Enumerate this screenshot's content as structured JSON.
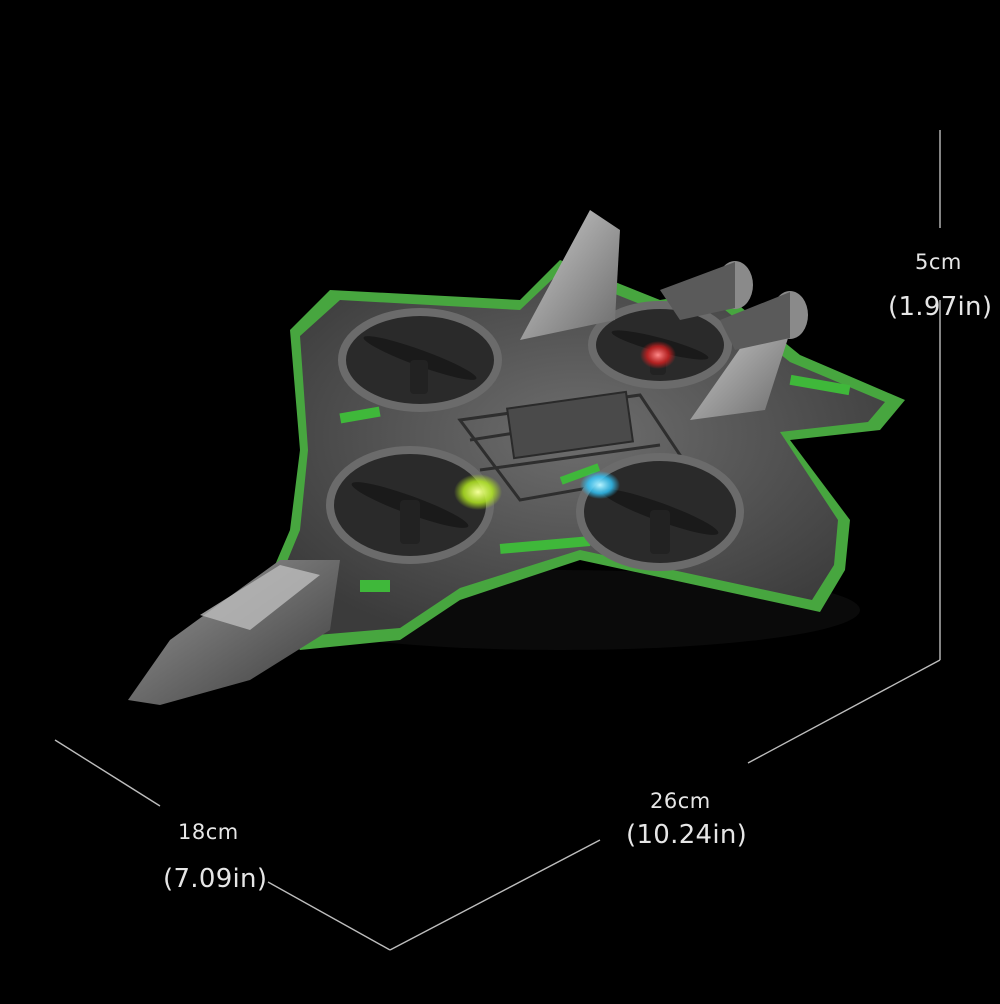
{
  "product": {
    "name": "foam-fighter-quadcopter-drone",
    "body_color": "#5b5b5b",
    "accent_color": "#4fb34a",
    "lights": {
      "front_left": "#d8ff3a",
      "front_right": "#31c9ff",
      "rear_right": "#e03030"
    }
  },
  "dimensions": {
    "height": {
      "cm": "5cm",
      "in": "(1.97in)"
    },
    "length": {
      "cm": "26cm",
      "in": "(10.24in)"
    },
    "width": {
      "cm": "18cm",
      "in": "(7.09in)"
    }
  },
  "line_color": "#bdbdbd",
  "background_color": "#000000"
}
